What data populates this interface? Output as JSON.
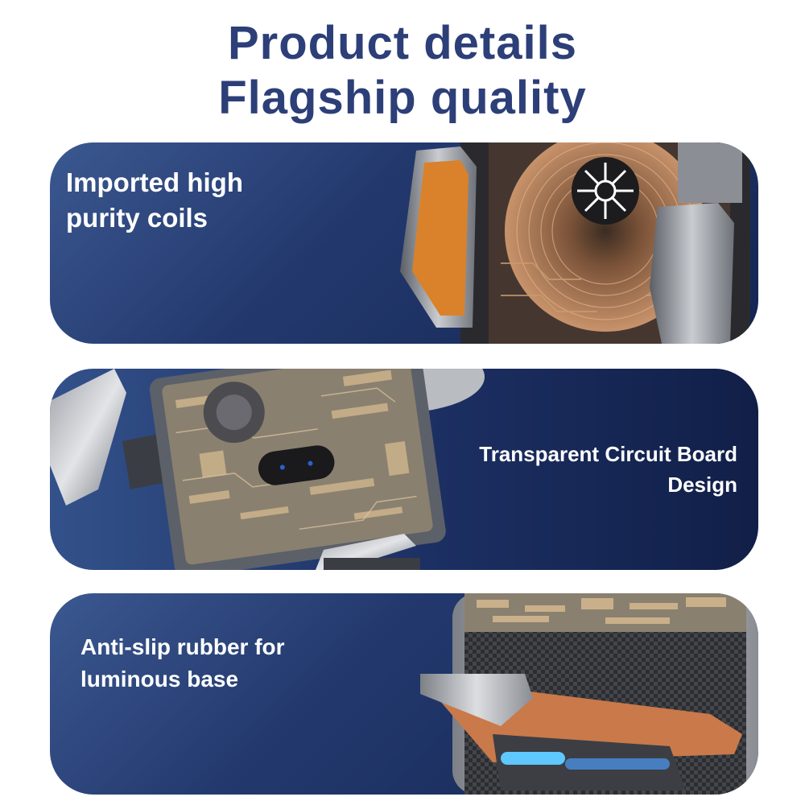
{
  "header": {
    "title_line1": "Product details",
    "title_line2": "Flagship quality"
  },
  "panels": [
    {
      "line1": "Imported high",
      "line2": "purity coils"
    },
    {
      "line1": "Transparent Circuit Board",
      "line2": "Design"
    },
    {
      "line1": "Anti-slip rubber for",
      "line2": "luminous base"
    }
  ],
  "colors": {
    "title": "#2d3f78",
    "panel_dark": "#142552",
    "panel_light": "#3b5890",
    "accent_orange": "#d9822b",
    "led_blue": "#5ec8ff"
  }
}
